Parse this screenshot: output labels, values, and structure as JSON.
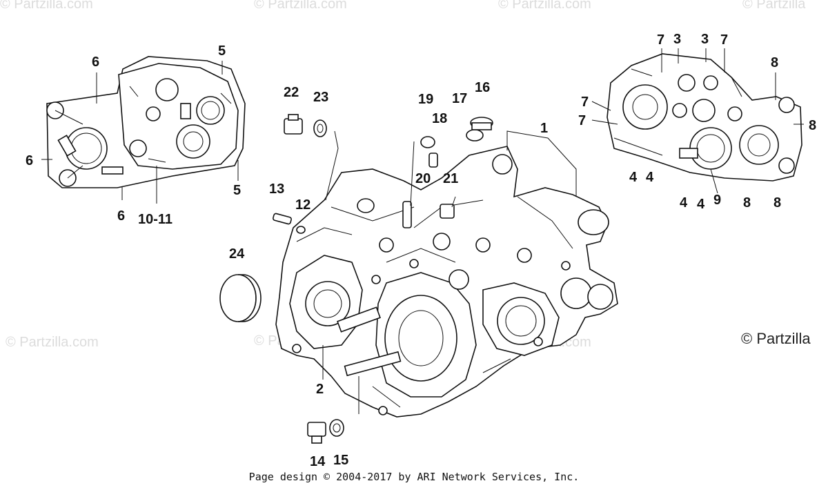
{
  "watermarks": [
    "© Partzilla.com",
    "© Partzilla.com",
    "© Partzilla.com",
    "© Partzilla",
    "© Partzilla.com",
    "© Partzilla.com",
    "© Partzilla.com"
  ],
  "copyright": "© Partzilla",
  "footer": "Page design © 2004-2017 by ARI Network Services, Inc.",
  "callouts": [
    "1",
    "2",
    "3",
    "3",
    "4",
    "4",
    "4",
    "4",
    "5",
    "5",
    "6",
    "6",
    "6",
    "7",
    "7",
    "7",
    "7",
    "8",
    "8",
    "8",
    "8",
    "9",
    "10-11",
    "12",
    "13",
    "14",
    "15",
    "16",
    "17",
    "18",
    "19",
    "20",
    "21",
    "22",
    "23",
    "24"
  ]
}
